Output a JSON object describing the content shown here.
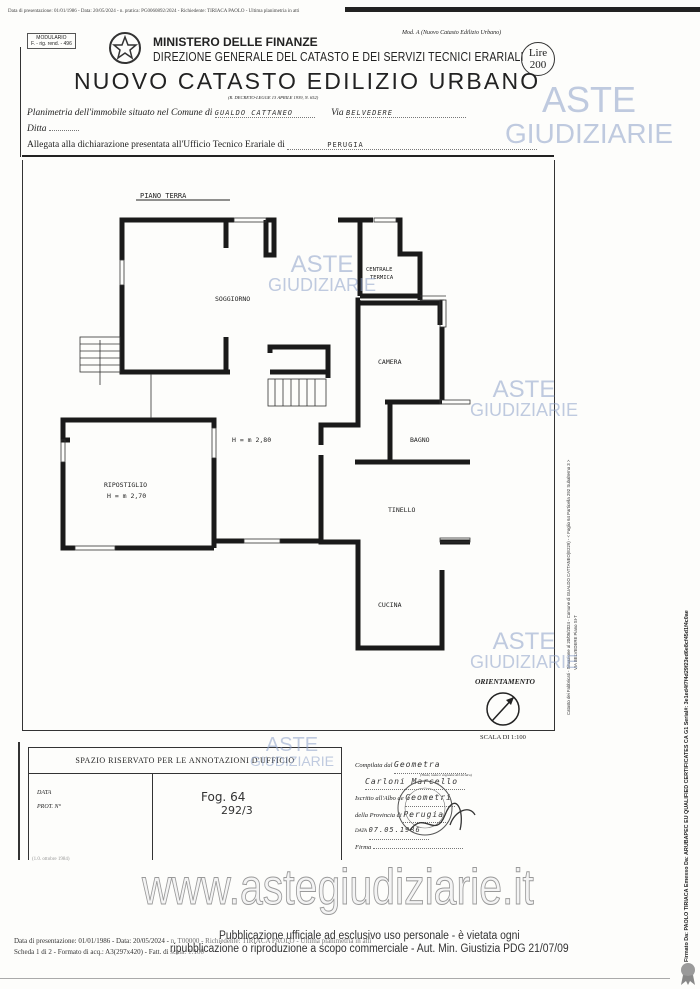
{
  "top_bar": {
    "provenance": "Data di presentazione: 01/01/1986 - Data: 20/05/2024 - n. pratica: PG0060892/2024 - Richiedente: TIRIACA PAOLO - Ultima planimetria in atti"
  },
  "header": {
    "modulario": "MODULARIO",
    "modulario_code": "F. - rig. rend. - 496",
    "mod_a": "Mod. A (Nuovo Catasto Edilizio Urbano)",
    "ministry": "MINISTERO DELLE FINANZE",
    "direzione": "DIREZIONE GENERALE DEL CATASTO E DEI SERVIZI TECNICI ERARIALI",
    "title": "NUOVO CATASTO EDILIZIO URBANO",
    "decree": "(R. DECRETO-LEGGE 13 APRILE 1939, N. 652)",
    "stamp_currency": "Lire",
    "stamp_value": "200"
  },
  "fields": {
    "planimetria_label": "Planimetria dell'immobile situato nel Comune di",
    "comune": "GUALDO CATTANEO",
    "via_label": "Via",
    "via": "BELVEDERE",
    "ditta_label": "Ditta",
    "allegata_label": "Allegata alla dichiarazione presentata all'Ufficio Tecnico Erariale di",
    "ufficio": "PERUGIA"
  },
  "plan": {
    "floor_title": "PIANO TERRA",
    "rooms": {
      "soggiorno": "SOGGIORNO",
      "centrale_1": "CENTRALE",
      "centrale_2": "TERMICA",
      "camera": "CAMERA",
      "bagno": "BAGNO",
      "hall_height": "H = m 2,80",
      "ripostiglio": "RIPOSTIGLIO",
      "ripostiglio_height": "H = m 2,70",
      "tinello": "TINELLO",
      "cucina": "CUCINA"
    },
    "orientamento": "ORIENTAMENTO",
    "scala": "SCALA DI 1:100"
  },
  "office": {
    "heading": "SPAZIO RISERVATO PER LE ANNOTAZIONI D'UFFICIO",
    "data_label": "DATA",
    "prot_label": "PROT. N°",
    "foglio": "Fog. 64",
    "particella": "292/3",
    "footer_code": "(1.0. ottobre 1984)"
  },
  "compiler": {
    "compilata_label": "Compilata dal",
    "title": "Geometra",
    "title_hint": "(Titolo, nome e cognome del tecnico)",
    "name": "Carloni Marcello",
    "iscritto_label": "Iscritto all'Albo de",
    "albo": "Geometri",
    "provincia_label": "della Provincia di",
    "provincia": "Perugia",
    "data_label": "DATA",
    "data": "07.05.1986",
    "firma_label": "Firma"
  },
  "side_text": {
    "catasto": "Catasto dei Fabbricati - Situazione al 20/05/2024 - Comune di GUALDO CATTANEO(E229) - < Foglio 64 Particella 292 Subalterno 3 >",
    "address": "VIA BELVEDERE Piano SI-T",
    "signature": "Firmato Da: PAOLO TIRIACA Emesso Da: ARUBAPEC EU QUALIFIED CERTIFICATES CA G1 Serial#: 3e1ed4f7f4d29f23ed6e8cf45d1f4c0ae"
  },
  "footer": {
    "line1": "Data di presentazione: 01/01/1986 - Data: 20/05/2024 - n. T00000 - Richiedente: TIRIACA PAOLO - Ultima planimetria in atti",
    "line2": "Scheda 1 di 2 - Formato di acq.: A3(297x420) - Fatt. di scala: 1:100",
    "notice1": "Pubblicazione ufficiale ad esclusivo uso personale - è vietata ogni",
    "notice2": "ripubblicazione o riproduzione a scopo commerciale - Aut. Min. Giustizia PDG 21/07/09"
  },
  "watermark": {
    "aste": "ASTE",
    "giudiziarie": "GIUDIZIARIE",
    "url": "www.astegiudiziarie.it"
  }
}
